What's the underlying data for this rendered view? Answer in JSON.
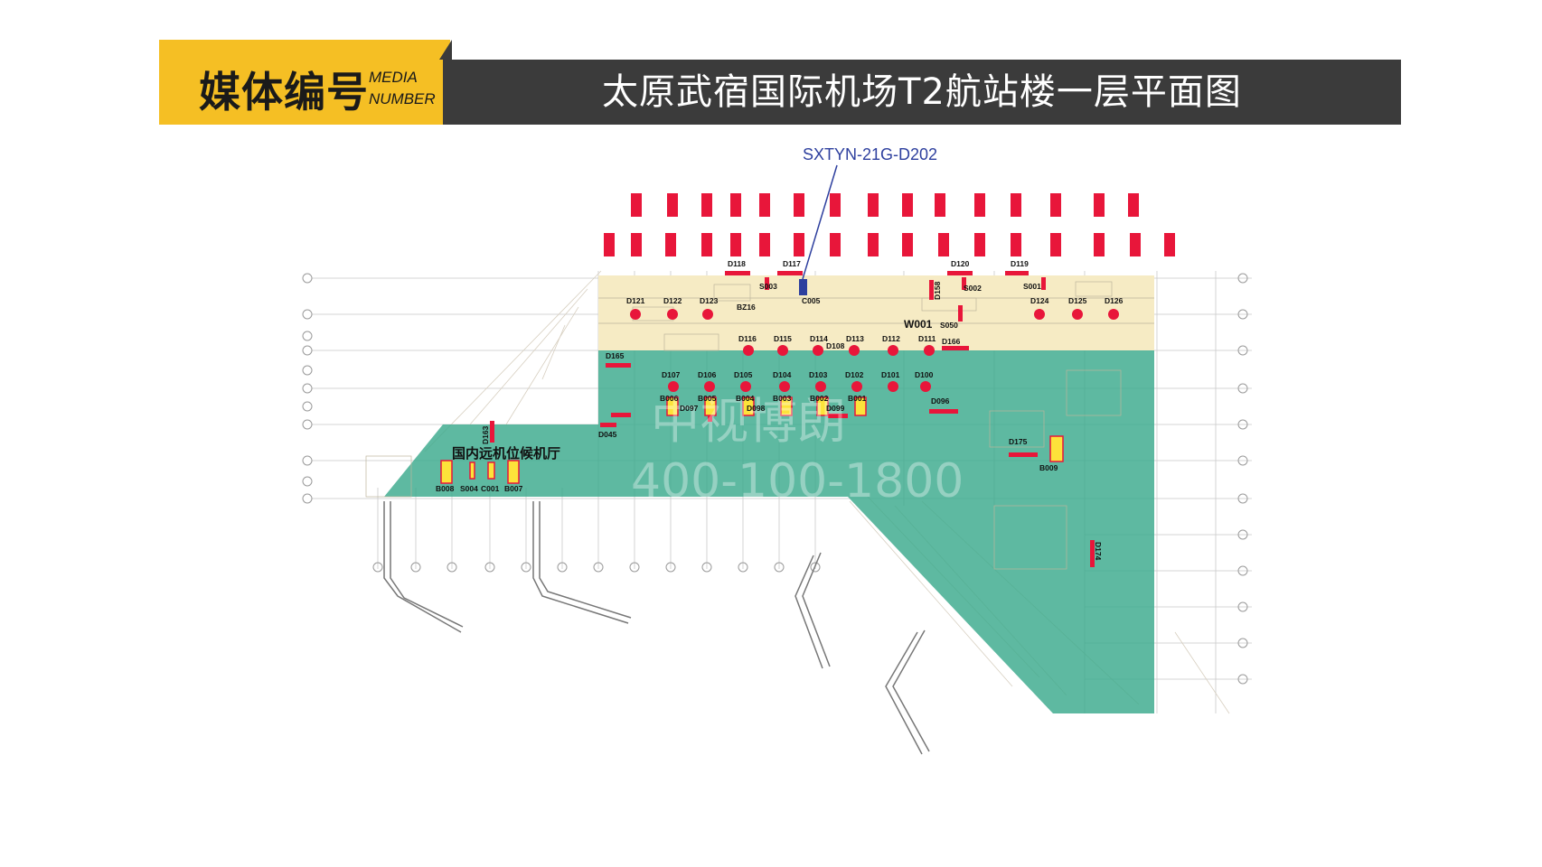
{
  "header": {
    "tag_cn": "媒体编号",
    "tag_en_line1": "MEDIA",
    "tag_en_line2": "NUMBER",
    "title": "太原武宿国际机场T2航站楼一层平面图"
  },
  "callout": {
    "label": "SXTYN-21G-D202"
  },
  "zone_label": "国内远机位候机厅",
  "watermark": {
    "line1": "中视博朗",
    "line2": "400-100-1800"
  },
  "colors": {
    "accent_yellow": "#f5bf24",
    "header_dark": "#3b3b3b",
    "media_red": "#e8163a",
    "zone_teal": "#3aa98c",
    "zone_beige": "#f6ebc4",
    "callout_blue": "#2d3f9e"
  },
  "media_labels": {
    "d118": "D118",
    "d117": "D117",
    "d120": "D120",
    "d119": "D119",
    "s003": "S003",
    "c005": "C005",
    "s002": "S002",
    "s001": "S001",
    "d158": "D158",
    "d121": "D121",
    "d122": "D122",
    "d123": "D123",
    "d124": "D124",
    "d125": "D125",
    "d126": "D126",
    "w001": "W001",
    "s050": "S050",
    "bz16": "BZ16",
    "d116": "D116",
    "d115": "D115",
    "d114": "D114",
    "d108": "D108",
    "d113": "D113",
    "d112": "D112",
    "d111": "D111",
    "d166": "D166",
    "d165": "D165",
    "d107": "D107",
    "d106": "D106",
    "d105": "D105",
    "d104": "D104",
    "d103": "D103",
    "d102": "D102",
    "d101": "D101",
    "d100": "D100",
    "b006": "B006",
    "b005": "B005",
    "d097": "D097",
    "b004": "B004",
    "d098": "D098",
    "b003": "B003",
    "b002": "B002",
    "d099": "D099",
    "b001": "B001",
    "d096": "D096",
    "d163": "D163",
    "d045": "D045",
    "d175": "D175",
    "b009": "B009",
    "d174": "D174",
    "b008": "B008",
    "s004": "S004",
    "c001": "C001",
    "b007": "B007"
  }
}
